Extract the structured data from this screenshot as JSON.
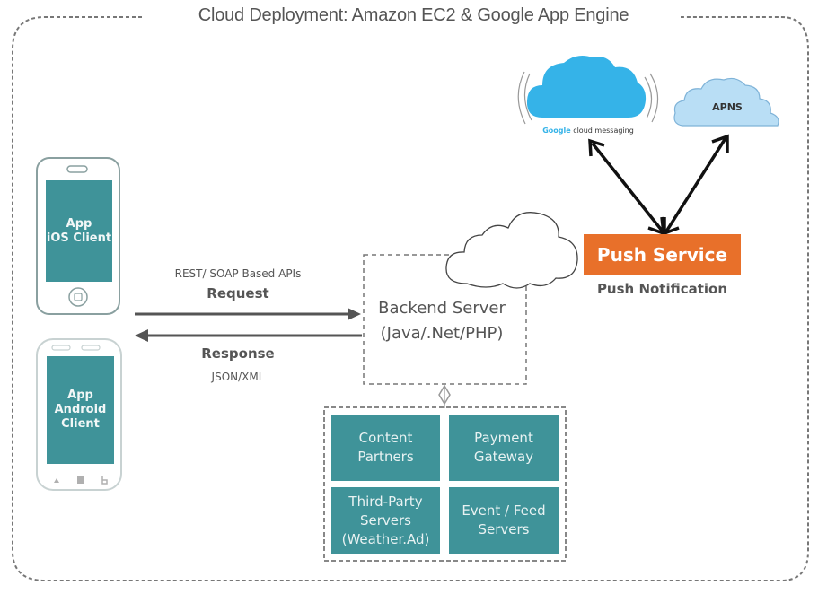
{
  "title": "Cloud Deployment: Amazon EC2 & Google App Engine",
  "clients": [
    {
      "type": "ios-phone",
      "lines": [
        "App",
        "iOS Client"
      ]
    },
    {
      "type": "android-phone",
      "lines": [
        "App",
        "Android",
        "Client"
      ]
    }
  ],
  "request": {
    "protocol": "REST/ SOAP Based APIs",
    "label": "Request"
  },
  "response": {
    "label": "Response",
    "format": "JSON/XML"
  },
  "backend": {
    "lines": [
      "Backend Server",
      "(Java/.Net/PHP)"
    ]
  },
  "services": [
    {
      "lines": [
        "Content",
        "Partners"
      ]
    },
    {
      "lines": [
        "Payment",
        "Gateway"
      ]
    },
    {
      "lines": [
        "Third-Party",
        "Servers",
        "(Weather.Ad)"
      ]
    },
    {
      "lines": [
        "Event / Feed",
        "Servers"
      ]
    }
  ],
  "push": {
    "label": "Push Service",
    "caption": "Push Notification"
  },
  "gcm": {
    "brand": "Google",
    "text": "cloud messaging"
  },
  "apns": {
    "label": "APNS"
  },
  "colors": {
    "teal": "#3f9399",
    "orange": "#e8702a",
    "gcm_blue": "#35b3e8",
    "apns_blue": "#a9d6f2",
    "dash": "#777777"
  }
}
